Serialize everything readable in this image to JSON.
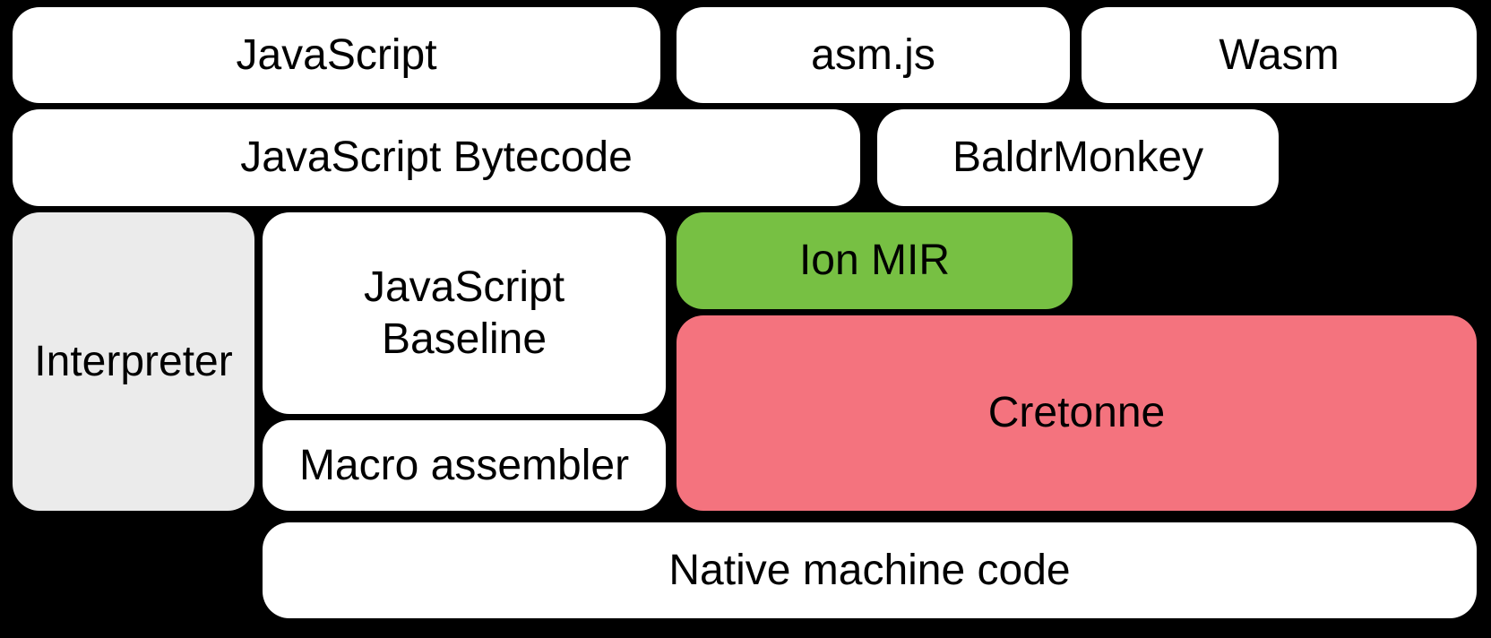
{
  "diagram": {
    "title": "compiler-pipeline",
    "background_color": "#000000",
    "text_color": "#000000",
    "colors": {
      "default_box": "#ffffff",
      "interpreter_gray": "#ebebeb",
      "ion_mir_green": "#77c043",
      "cretonne_pink": "#f4737e"
    },
    "nodes": {
      "javascript": {
        "label": "JavaScript",
        "color": "#ffffff"
      },
      "asmjs": {
        "label": "asm.js",
        "color": "#ffffff"
      },
      "wasm": {
        "label": "Wasm",
        "color": "#ffffff"
      },
      "bytecode": {
        "label": "JavaScript Bytecode",
        "color": "#ffffff"
      },
      "baldrmonkey": {
        "label": "BaldrMonkey",
        "color": "#ffffff"
      },
      "interpreter": {
        "label": "Interpreter",
        "color": "#ebebeb"
      },
      "baseline": {
        "label": "JavaScript Baseline",
        "lines": [
          "JavaScript",
          "Baseline"
        ],
        "color": "#ffffff"
      },
      "ion_mir": {
        "label": "Ion MIR",
        "color": "#77c043"
      },
      "cretonne": {
        "label": "Cretonne",
        "color": "#f4737e"
      },
      "macro_asm": {
        "label": "Macro assembler",
        "color": "#ffffff"
      },
      "native": {
        "label": "Native machine code",
        "color": "#ffffff"
      }
    }
  }
}
